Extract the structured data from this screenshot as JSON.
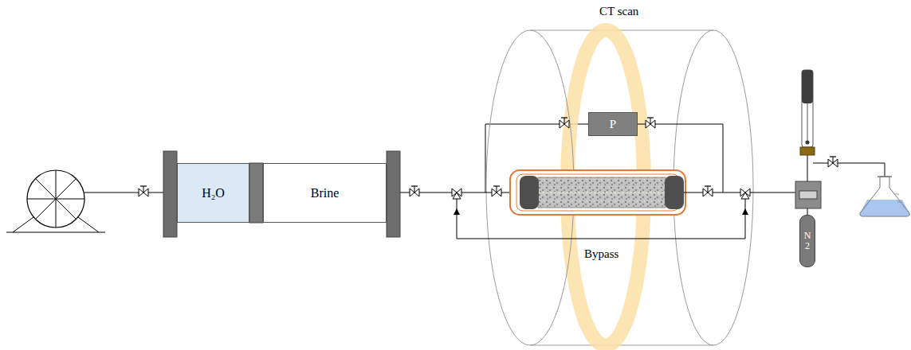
{
  "diagram": {
    "nodes": [
      {
        "text": [
          "H₂O"
        ]
      },
      {
        "text": [
          "Brine"
        ]
      },
      {
        "text": [
          "P"
        ]
      },
      {
        "text": [
          "N2"
        ]
      }
    ],
    "edges": [
      {
        "from": 1,
        "to": 2,
        "arrow": "none"
      }
    ],
    "labels": [
      "CT scan",
      "Bypass"
    ]
  }
}
